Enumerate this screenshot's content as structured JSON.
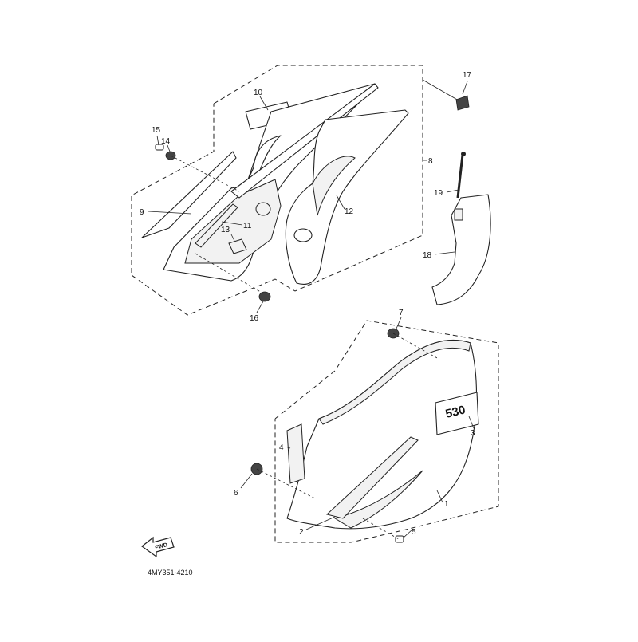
{
  "diagram": {
    "code": "4MY351-4210",
    "fwd_label": "FWD",
    "emblem_text": "530",
    "callouts": [
      "1",
      "2",
      "3",
      "4",
      "5",
      "6",
      "7",
      "8",
      "9",
      "10",
      "11",
      "12",
      "13",
      "14",
      "15",
      "16",
      "17",
      "18",
      "19"
    ]
  },
  "colors": {
    "line": "#222222",
    "background": "#ffffff"
  }
}
